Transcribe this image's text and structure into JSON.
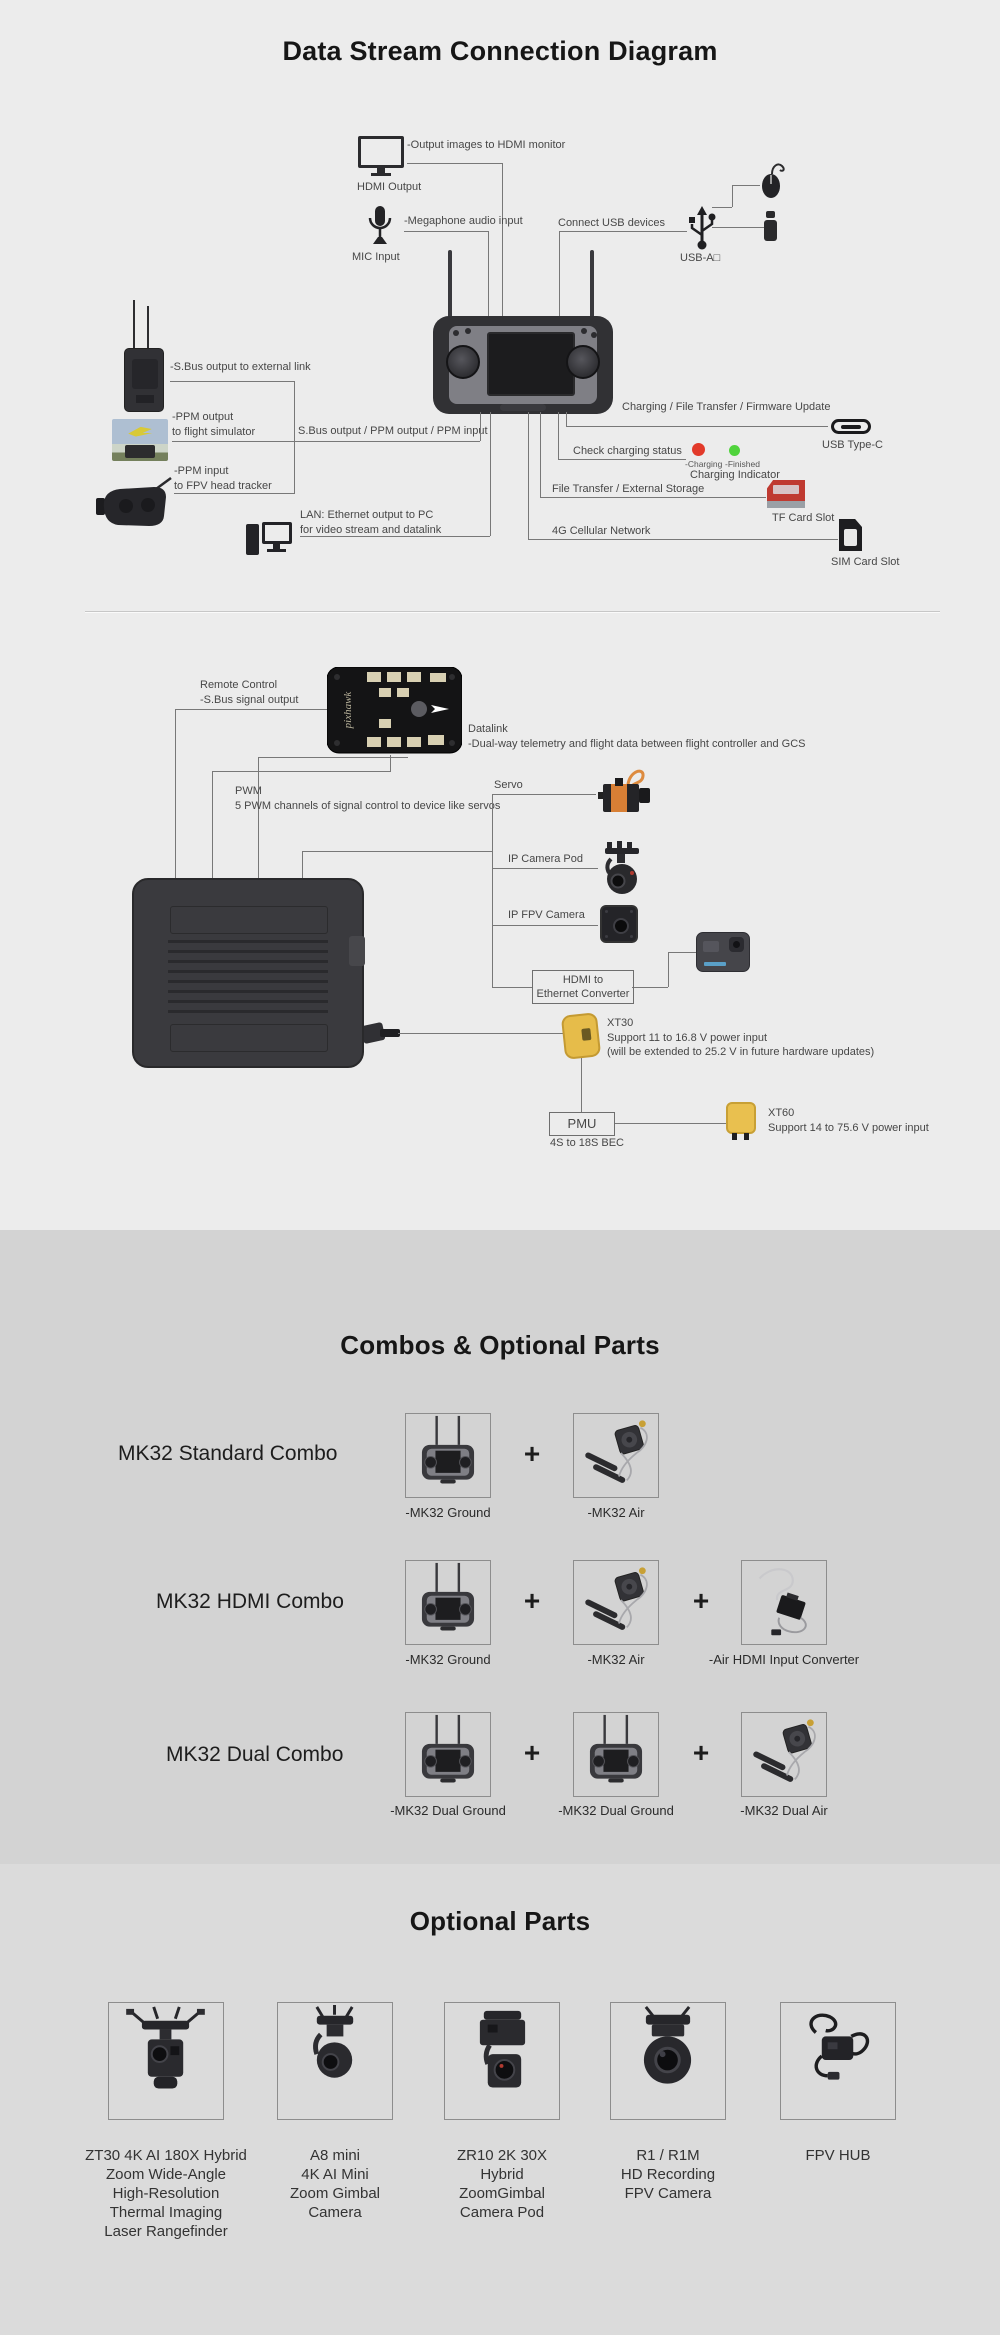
{
  "colors": {
    "bg_diagram": "#ececec",
    "bg_combos": "#d3d3d3",
    "bg_optional": "#dbdbdb",
    "connector_line": "#787878",
    "charging_red": "#e23a2a",
    "charging_green": "#50d33c",
    "tf_card_red": "#bf3a31",
    "xt_connector_yellow": "#e6bc4a",
    "servo_orange": "#d87f35"
  },
  "diagram1": {
    "title": "Data Stream Connection Diagram",
    "hdmi_monitor_note": "-Output images to HDMI monitor",
    "hdmi_output": "HDMI Output",
    "mic_note": "-Megaphone audio input",
    "mic_input": "MIC Input",
    "usb_note": "Connect USB devices",
    "usb_a": "USB-A□",
    "sbus_external": "-S.Bus output to external link",
    "ppm_output": "-PPM output\nto flight simulator",
    "ppm_input": "-PPM input\nto FPV head tracker",
    "sbus_ppm_combined": "S.Bus output / PPM output / PPM input",
    "lan": "LAN: Ethernet output to PC\nfor video stream and datalink",
    "charging_transfer": "Charging / File Transfer / Firmware Update",
    "usb_type_c": "USB Type-C",
    "check_charging": "Check charging status",
    "charging_label": "-Charging",
    "finished_label": "-Finished",
    "charging_indicator": "Charging Indicator",
    "file_transfer": "File Transfer / External Storage",
    "tf_card_slot": "TF Card Slot",
    "cellular": "4G Cellular Network",
    "sim_card_slot": "SIM Card Slot"
  },
  "diagram2": {
    "remote_control": "Remote Control\n-S.Bus signal output",
    "pixhawk": "pixhawk",
    "datalink": "Datalink\n-Dual-way telemetry and flight data between flight controller and GCS",
    "pwm": "PWM\n5 PWM channels of signal control to device like servos",
    "servo": "Servo",
    "ip_camera_pod": "IP Camera Pod",
    "ip_fpv_camera": "IP FPV Camera",
    "hdmi_ethernet": "HDMI to\nEthernet Converter",
    "xt30": "XT30\nSupport 11 to 16.8 V power input\n(will be extended to 25.2 V in future hardware updates)",
    "pmu": "PMU",
    "pmu_bec": "4S to 18S BEC",
    "xt60": "XT60\nSupport 14 to 75.6 V power input"
  },
  "combos": {
    "title": "Combos & Optional Parts",
    "plus": "+",
    "rows": [
      {
        "label": "MK32 Standard Combo",
        "items": [
          {
            "caption": "-MK32 Ground"
          },
          {
            "caption": "-MK32 Air"
          }
        ]
      },
      {
        "label": "MK32 HDMI Combo",
        "items": [
          {
            "caption": "-MK32 Ground"
          },
          {
            "caption": "-MK32 Air"
          },
          {
            "caption": "-Air HDMI Input Converter"
          }
        ]
      },
      {
        "label": "MK32 Dual Combo",
        "items": [
          {
            "caption": "-MK32 Dual Ground"
          },
          {
            "caption": "-MK32 Dual Ground"
          },
          {
            "caption": "-MK32 Dual Air"
          }
        ]
      }
    ]
  },
  "optional_parts": {
    "title": "Optional Parts",
    "items": [
      {
        "name": "ZT30 4K AI 180X Hybrid\nZoom Wide-Angle\nHigh-Resolution\nThermal Imaging\nLaser Rangefinder"
      },
      {
        "name": "A8 mini\n4K AI Mini\nZoom Gimbal\nCamera"
      },
      {
        "name": "ZR10 2K 30X\nHybrid\nZoomGimbal\nCamera Pod"
      },
      {
        "name": "R1 / R1M\nHD Recording\nFPV Camera"
      },
      {
        "name": "FPV HUB"
      }
    ]
  }
}
